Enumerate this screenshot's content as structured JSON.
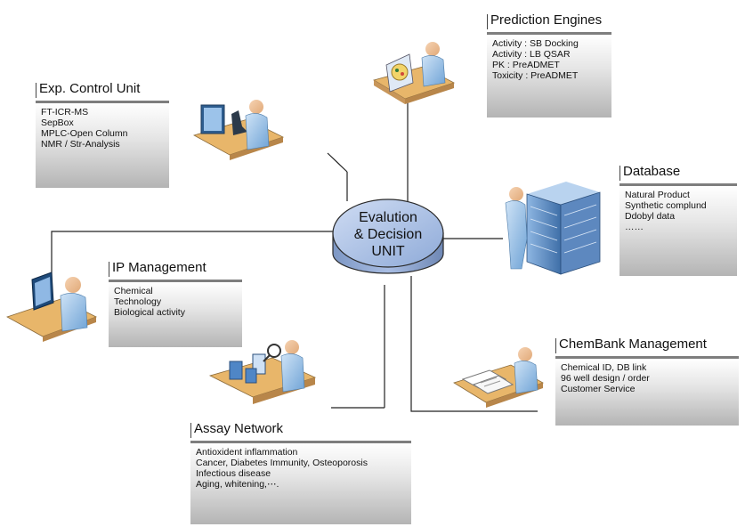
{
  "hub": {
    "lines": [
      "Evalution",
      "& Decision",
      "UNIT"
    ]
  },
  "panels": {
    "prediction": {
      "title": "Prediction Engines",
      "items": [
        "Activity : SB Docking",
        "Activity : LB QSAR",
        "PK : PreADMET",
        "Toxicity : PreADMET"
      ]
    },
    "exp_control": {
      "title": "Exp. Control Unit",
      "items": [
        "FT-ICR-MS",
        "SepBox",
        "MPLC-Open Column",
        "NMR / Str-Analysis"
      ]
    },
    "database": {
      "title": "Database",
      "items": [
        "Natural Product",
        "Synthetic complund",
        "Ddobyl data",
        "……"
      ]
    },
    "ip": {
      "title": "IP Management",
      "items": [
        "Chemical",
        "Technology",
        "Biological activity"
      ]
    },
    "chembank": {
      "title": "ChemBank Management",
      "items": [
        "Chemical ID, DB link",
        "96 well design / order",
        "Customer Service"
      ]
    },
    "assay": {
      "title": "Assay Network",
      "items": [
        "Antioxident inflammation",
        "Cancer, Diabetes Immunity, Osteoporosis",
        "Infectious disease",
        "Aging, whitening,⋯."
      ]
    }
  },
  "colors": {
    "hub_fill": "#a9c0e6",
    "hub_edge": "#2a2a2a",
    "connector": "#222222",
    "panel_border": "#7e7e7e",
    "figure_blue": "#7fb2e0",
    "desk_orange": "#e8b66a"
  },
  "icons": [
    "scientist-microscope-icon",
    "analyst-screen-icon",
    "server-operator-icon",
    "computer-operator-icon",
    "researcher-conveyor-icon",
    "clerk-documents-icon"
  ]
}
